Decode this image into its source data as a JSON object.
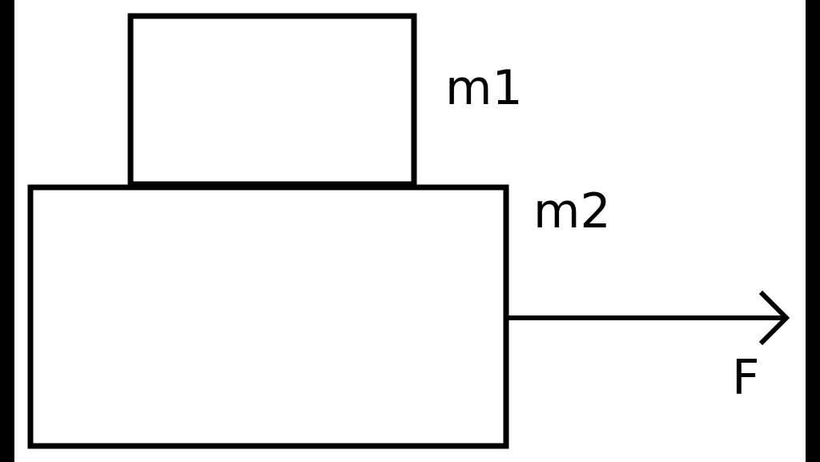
{
  "diagram": {
    "colors": {
      "frame": "#000000",
      "canvas": "#ffffff",
      "stroke": "#000000"
    },
    "upper_block": {
      "label": "m1"
    },
    "lower_block": {
      "label": "m2"
    },
    "force": {
      "label": "F",
      "direction": "right"
    }
  }
}
